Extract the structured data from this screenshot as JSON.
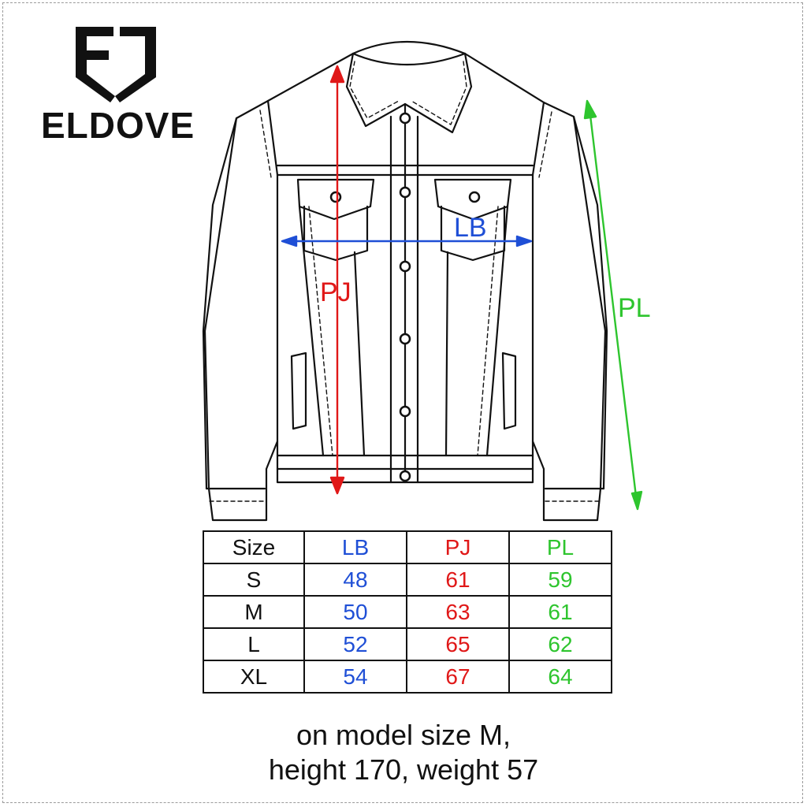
{
  "brand": {
    "name": "ELDOVE"
  },
  "measurements": [
    {
      "code": "LB",
      "color": "#1f4fd6",
      "desc": "horizontal chest width arrow"
    },
    {
      "code": "PJ",
      "color": "#e01818",
      "desc": "vertical body length arrow"
    },
    {
      "code": "PL",
      "color": "#2ec52e",
      "desc": "sleeve length arrow"
    }
  ],
  "table": {
    "headers": [
      "Size",
      "LB",
      "PJ",
      "PL"
    ],
    "rows": [
      [
        "S",
        "48",
        "61",
        "59"
      ],
      [
        "M",
        "50",
        "63",
        "61"
      ],
      [
        "L",
        "52",
        "65",
        "62"
      ],
      [
        "XL",
        "54",
        "67",
        "64"
      ]
    ]
  },
  "note": {
    "line1": "on model size M,",
    "line2": "height 170, weight 57"
  },
  "colors": {
    "ink": "#111111",
    "lb": "#1f4fd6",
    "pj": "#e01818",
    "pl": "#2ec52e"
  }
}
